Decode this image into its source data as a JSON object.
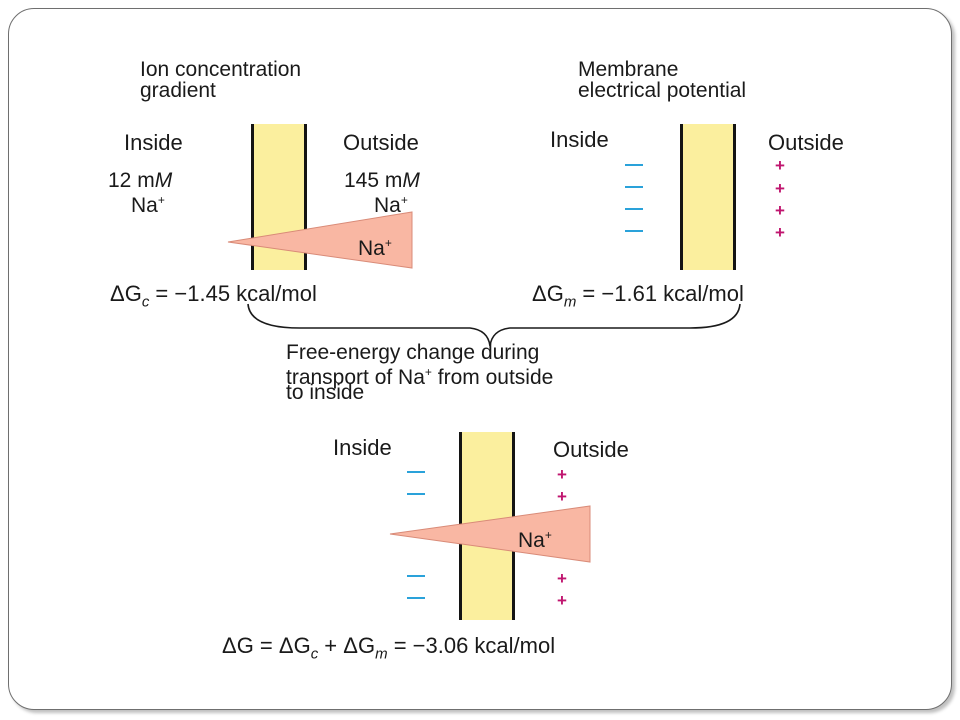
{
  "panel_left": {
    "title_line1": "Ion concentration",
    "title_line2": "gradient",
    "inside_label": "Inside",
    "outside_label": "Outside",
    "inside_conc_value": "12 m",
    "inside_conc_unit": "M",
    "inside_ion": "Na",
    "outside_conc_value": "145 m",
    "outside_conc_unit": "M",
    "outside_ion": "Na",
    "ion_charge": "+",
    "arrow_label": "Na",
    "equation_delta": "ΔG",
    "equation_sub": "c",
    "equation_rest": " = −1.45 kcal/mol"
  },
  "panel_right": {
    "title_line1": "Membrane",
    "title_line2": "electrical potential",
    "inside_label": "Inside",
    "outside_label": "Outside",
    "inside_charge_symbol": "−",
    "outside_charge_symbol": "+",
    "equation_delta": "ΔG",
    "equation_sub": "m",
    "equation_rest": " = −1.61 kcal/mol"
  },
  "brace_caption": {
    "line1": "Free-energy change during",
    "line2_pre": "transport of Na",
    "line2_sup": "+",
    "line2_post": " from outside",
    "line3": "to inside"
  },
  "panel_bottom": {
    "inside_label": "Inside",
    "outside_label": "Outside",
    "arrow_label": "Na",
    "ion_charge": "+",
    "inside_charge_symbol": "−",
    "outside_charge_symbol": "+",
    "eq_part1": "ΔG = ΔG",
    "eq_sub1": "c",
    "eq_part2": " + ΔG",
    "eq_sub2": "m",
    "eq_part3": " = −3.06 kcal/mol"
  },
  "colors": {
    "membrane_fill": "#fbef9e",
    "arrow_fill": "#f9b7a3",
    "negative_charge": "#2aa2da",
    "positive_charge": "#c0156f"
  }
}
